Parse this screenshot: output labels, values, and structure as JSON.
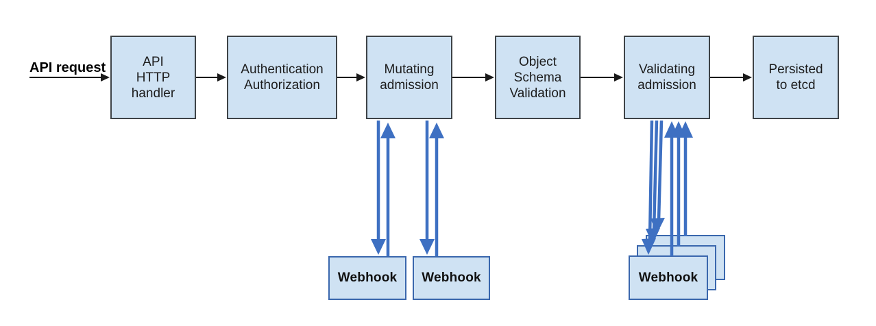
{
  "diagram": {
    "entry_label": "API request",
    "nodes": [
      {
        "id": "api-http-handler",
        "label": "API\nHTTP\nhandler"
      },
      {
        "id": "authentication-authorization",
        "label": "Authentication\nAuthorization"
      },
      {
        "id": "mutating-admission",
        "label": "Mutating\nadmission"
      },
      {
        "id": "object-schema-validation",
        "label": "Object\nSchema\nValidation"
      },
      {
        "id": "validating-admission",
        "label": "Validating\nadmission"
      },
      {
        "id": "persisted-to-etcd",
        "label": "Persisted\nto etcd"
      }
    ],
    "mutating_webhooks": [
      {
        "label": "Webhook"
      },
      {
        "label": "Webhook"
      }
    ],
    "validating_webhooks": [
      {
        "label": "Webhook"
      },
      {
        "label": "Webhook"
      },
      {
        "label": "Webhook"
      }
    ]
  },
  "colors": {
    "box-fill": "#cfe2f3",
    "box-border": "#3e4347",
    "webhook-border": "#3a67ad",
    "arrow-black": "#1a1a1a",
    "arrow-blue": "#3e70c2",
    "text": "#1c1c1c",
    "bg": "#ffffff"
  }
}
